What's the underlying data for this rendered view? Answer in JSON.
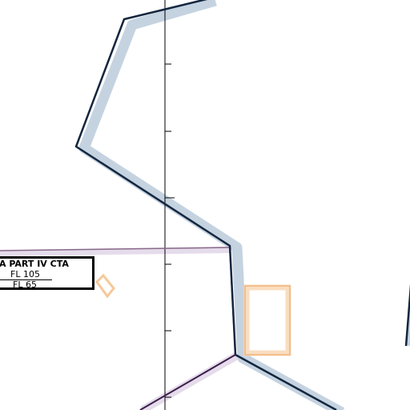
{
  "airspace_label": {
    "name": "A PART IV CTA",
    "upper_limit": "FL 105",
    "lower_limit": "FL 65"
  },
  "colors": {
    "boundary_outline": "#13263f",
    "boundary_buffer": "#c5d3e1",
    "purple_boundary": "#3b1d4a",
    "purple_buffer": "#e5dceb",
    "orange_zone": "#f6c89a",
    "meridian": "#000000"
  }
}
